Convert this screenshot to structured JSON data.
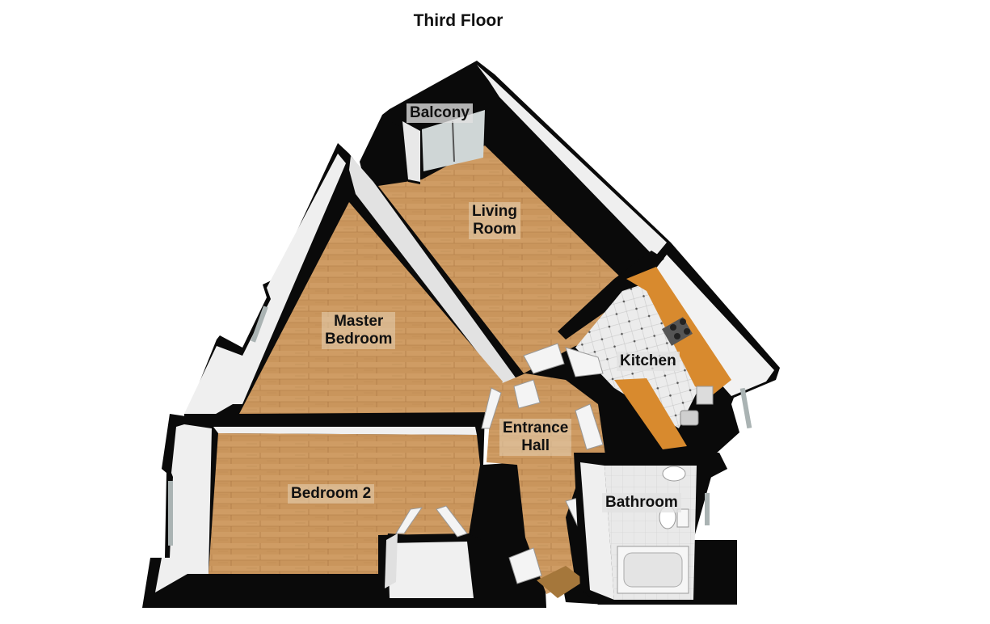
{
  "title": "Third Floor",
  "rooms": {
    "balcony": "Balcony",
    "living_room_1": "Living",
    "living_room_2": "Room",
    "master_bedroom_1": "Master",
    "master_bedroom_2": "Bedroom",
    "kitchen": "Kitchen",
    "entrance_hall_1": "Entrance",
    "entrance_hall_2": "Hall",
    "bedroom_2": "Bedroom 2",
    "bathroom": "Bathroom"
  },
  "colors": {
    "wall": "#0a0a0a",
    "wall_inner": "#efefef",
    "wood_floor": "#c9955c",
    "wood_dark": "#b07a45",
    "tile_floor": "#e8e8e8",
    "worktop": "#d88a2e",
    "glass": "#bfc9c9"
  }
}
